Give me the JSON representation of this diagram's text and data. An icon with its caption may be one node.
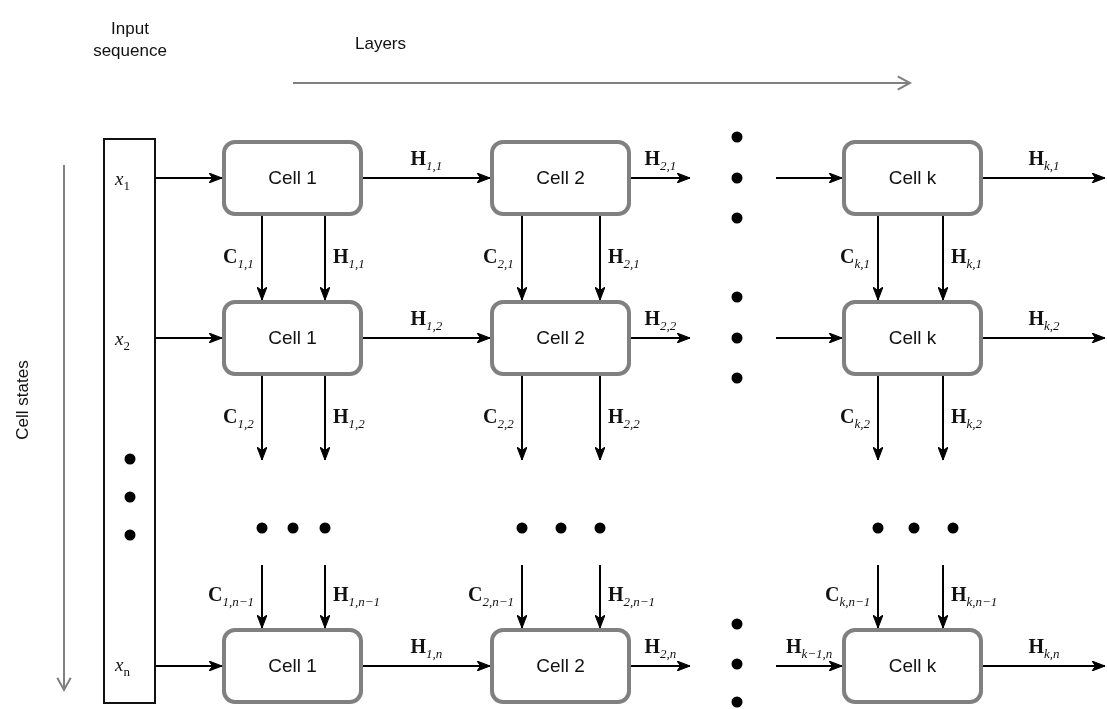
{
  "diagram": {
    "nodes": [
      {
        "text": [
          "Input sequence",
          "*x*$_{1}$",
          "*x*$_{2}$",
          "*x*$_{n}$"
        ]
      },
      {
        "text": [
          "Cell 1"
        ]
      },
      {
        "text": [
          "Cell 2"
        ]
      },
      {
        "text": [
          "Cell k"
        ]
      },
      {
        "text": [
          "Cell 1"
        ]
      },
      {
        "text": [
          "Cell 2"
        ]
      },
      {
        "text": [
          "Cell k"
        ]
      },
      {
        "text": [
          "Cell 1"
        ]
      },
      {
        "text": [
          "Cell 2"
        ]
      },
      {
        "text": [
          "Cell k"
        ]
      }
    ],
    "edges": [
      {
        "from": 0,
        "to": 1,
        "arrow": "to"
      },
      {
        "from": 1,
        "to": 2,
        "arrow": "to",
        "label": "**H**$_{1,1}$"
      },
      {
        "from": 2,
        "to": null,
        "arrow": "to",
        "label": "**H**$_{2,1}$"
      },
      {
        "from": null,
        "to": 3,
        "arrow": "to"
      },
      {
        "from": 3,
        "to": null,
        "arrow": "to",
        "label": "**H**$_{k,1}$"
      },
      {
        "from": 0,
        "to": 4,
        "arrow": "to"
      },
      {
        "from": 4,
        "to": 5,
        "arrow": "to",
        "label": "**H**$_{1,2}$"
      },
      {
        "from": 5,
        "to": null,
        "arrow": "to",
        "label": "**H**$_{2,2}$"
      },
      {
        "from": null,
        "to": 6,
        "arrow": "to"
      },
      {
        "from": 6,
        "to": null,
        "arrow": "to",
        "label": "**H**$_{k,2}$"
      },
      {
        "from": 0,
        "to": 7,
        "arrow": "to"
      },
      {
        "from": 7,
        "to": 8,
        "arrow": "to",
        "label": "**H**$_{1,n}$"
      },
      {
        "from": 8,
        "to": null,
        "arrow": "to",
        "label": "**H**$_{2,n}$"
      },
      {
        "from": null,
        "to": 9,
        "arrow": "to",
        "label": "**H**$_{k−1,n}$"
      },
      {
        "from": 9,
        "to": null,
        "arrow": "to",
        "label": "**H**$_{k,n}$"
      },
      {
        "from": 1,
        "to": 4,
        "arrow": "to",
        "label": "**C**$_{1,1}$"
      },
      {
        "from": 1,
        "to": 4,
        "arrow": "to",
        "label": "**H**$_{1,1}$"
      },
      {
        "from": 2,
        "to": 5,
        "arrow": "to",
        "label": "**C**$_{2,1}$"
      },
      {
        "from": 2,
        "to": 5,
        "arrow": "to",
        "label": "**H**$_{2,1}$"
      },
      {
        "from": 3,
        "to": 6,
        "arrow": "to",
        "label": "**C**$_{k,1}$"
      },
      {
        "from": 3,
        "to": 6,
        "arrow": "to",
        "label": "**H**$_{k,1}$"
      },
      {
        "from": 4,
        "to": null,
        "arrow": "to",
        "label": "**C**$_{1,2}$"
      },
      {
        "from": 4,
        "to": null,
        "arrow": "to",
        "label": "**H**$_{1,2}$"
      },
      {
        "from": 5,
        "to": null,
        "arrow": "to",
        "label": "**C**$_{2,2}$"
      },
      {
        "from": 5,
        "to": null,
        "arrow": "to",
        "label": "**H**$_{2,2}$"
      },
      {
        "from": 6,
        "to": null,
        "arrow": "to",
        "label": "**C**$_{k,2}$"
      },
      {
        "from": 6,
        "to": null,
        "arrow": "to",
        "label": "**H**$_{k,2}$"
      },
      {
        "from": null,
        "to": 7,
        "arrow": "to",
        "label": "**C**$_{1,n−1}$"
      },
      {
        "from": null,
        "to": 7,
        "arrow": "to",
        "label": "**H**$_{1,n−1}$"
      },
      {
        "from": null,
        "to": 8,
        "arrow": "to",
        "label": "**C**$_{2,n−1}$"
      },
      {
        "from": null,
        "to": 8,
        "arrow": "to",
        "label": "**H**$_{2,n−1}$"
      },
      {
        "from": null,
        "to": 9,
        "arrow": "to",
        "label": "**C**$_{k,n−1}$"
      },
      {
        "from": null,
        "to": 9,
        "arrow": "to",
        "label": "**H**$_{k,n−1}$"
      }
    ],
    "labels": [
      "Layers",
      "Cell states"
    ]
  }
}
